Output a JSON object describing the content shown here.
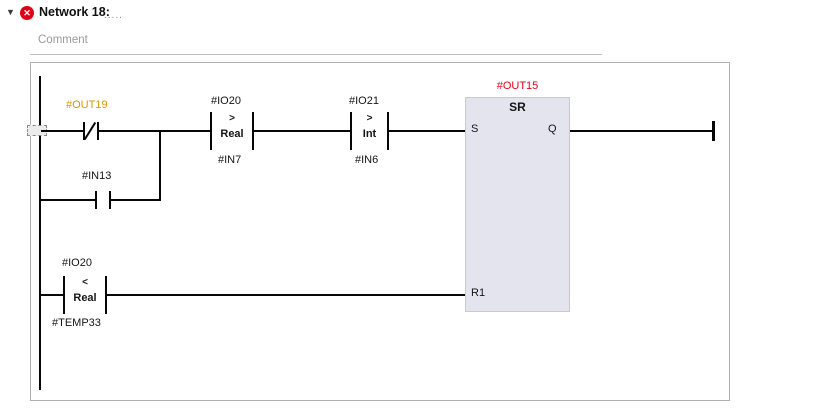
{
  "header": {
    "collapse_icon": "▼",
    "error_icon": "✕",
    "title": "Network 18:",
    "dots": "....."
  },
  "comment": {
    "placeholder": "Comment"
  },
  "ladder": {
    "nc_contact": {
      "label": "#OUT19"
    },
    "no_contact": {
      "label": "#IN13"
    },
    "comparators": [
      {
        "label": "#IO20",
        "op": ">",
        "dtype": "Real",
        "operand": "#IN7"
      },
      {
        "label": "#IO21",
        "op": ">",
        "dtype": "Int",
        "operand": "#IN6"
      },
      {
        "label": "#IO20",
        "op": "<",
        "dtype": "Real",
        "operand": "#TEMP33"
      }
    ],
    "sr_block": {
      "label": "#OUT15",
      "title": "SR",
      "pin_s": "S",
      "pin_q": "Q",
      "pin_r1": "R1"
    }
  },
  "colors": {
    "out19_label": "#de9500",
    "out15_label": "#e8001a",
    "sr_fill": "#e4e4ee",
    "error_badge": "#e30016"
  }
}
